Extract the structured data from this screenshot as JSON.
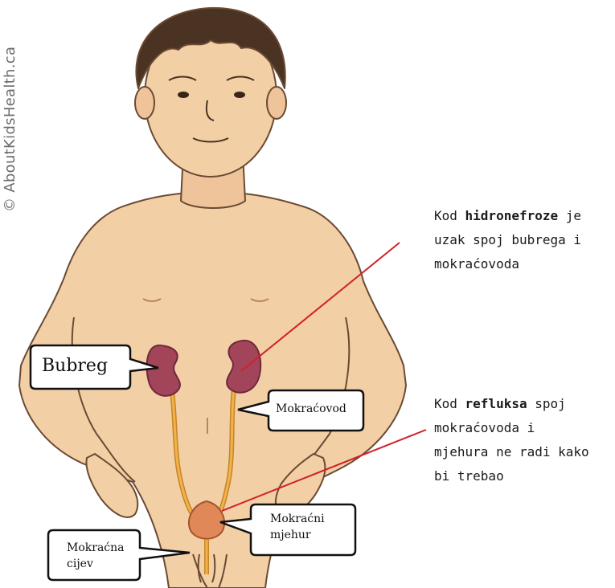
{
  "watermark": "© AboutKidsHealth.ca",
  "labels": {
    "kidney": "Bubreg",
    "ureter": "Mokraćovod",
    "bladder_line1": "Mokraćni",
    "bladder_line2": "mjehur",
    "urethra_line1": "Mokraćna",
    "urethra_line2": "cijev"
  },
  "notes": {
    "hydronephrosis": {
      "line1_prefix": "Kod ",
      "line1_bold": "hidronefroze",
      "line1_suffix": " je",
      "line2": "uzak spoj bubrega i",
      "line3": "mokraćovoda"
    },
    "reflux": {
      "line1_prefix": "Kod ",
      "line1_bold": "refluksa",
      "line1_suffix": " spoj",
      "line2": "mokraćovoda i",
      "line3": "mjehura ne radi kako",
      "line4": "bi trebao"
    }
  },
  "colors": {
    "skin": "#f3cfa6",
    "skin_shade": "#e8b98d",
    "hair": "#4a3322",
    "kidney": "#a2455a",
    "ureter": "#f0b34a",
    "bladder": "#e08858",
    "pointer_line": "#d0202a"
  }
}
